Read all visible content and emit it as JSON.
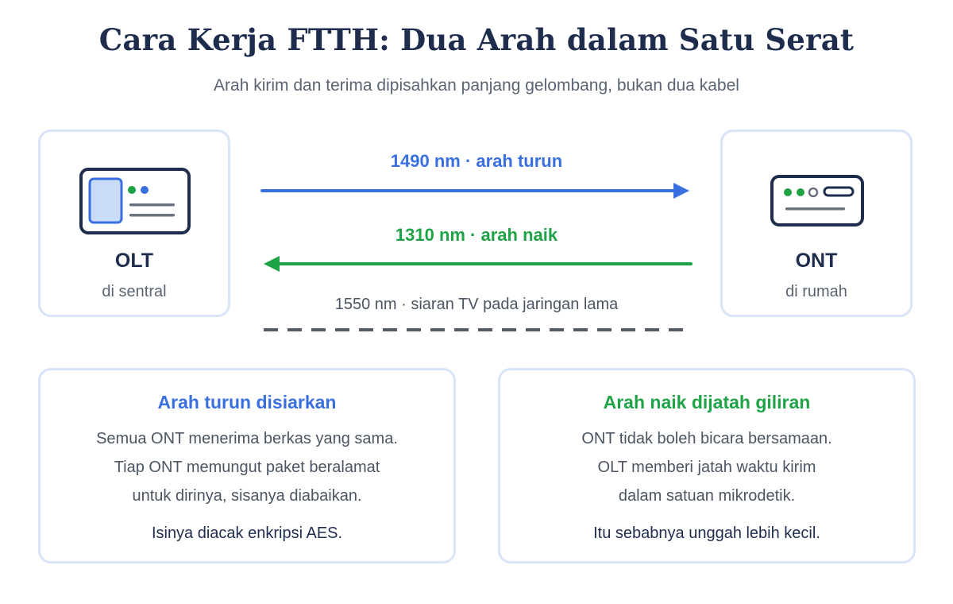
{
  "title": "Cara Kerja FTTH: Dua Arah dalam Satu Serat",
  "subtitle": "Arah kirim dan terima dipisahkan panjang gelombang, bukan dua kabel",
  "olt": {
    "name": "OLT",
    "location": "di sentral",
    "icon": "olt-device-icon"
  },
  "ont": {
    "name": "ONT",
    "location": "di rumah",
    "icon": "ont-device-icon"
  },
  "links": {
    "downstream": {
      "label": "1490 nm · arah turun",
      "color": "#3a6fe0"
    },
    "upstream": {
      "label": "1310 nm · arah naik",
      "color": "#1fa347"
    },
    "tv": {
      "label": "1550 nm · siaran TV pada jaringan lama",
      "color": "#555b66"
    }
  },
  "cards": {
    "downstream": {
      "title": "Arah turun disiarkan",
      "lines": [
        "Semua ONT menerima berkas yang sama.",
        "Tiap ONT memungut paket beralamat",
        "untuk dirinya, sisanya diabaikan."
      ],
      "note": "Isinya diacak enkripsi AES."
    },
    "upstream": {
      "title": "Arah naik dijatah giliran",
      "lines": [
        "ONT tidak boleh bicara bersamaan.",
        "OLT memberi jatah waktu kirim",
        "dalam satuan mikrodetik."
      ],
      "note": "Itu sebabnya unggah lebih kecil."
    }
  },
  "colors": {
    "title": "#1e2d4d",
    "border": "#d8e4f7",
    "blue": "#3a6fe0",
    "green": "#1fa347"
  }
}
